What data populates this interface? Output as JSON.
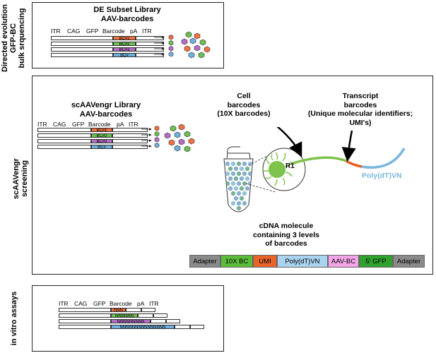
{
  "colors": {
    "bc1": "#f07142",
    "bc2": "#6cbf52",
    "bc3": "#b46ec6",
    "bc4": "#6fb0e0",
    "cell_green": "#7dc24a",
    "umi_orange": "#e85a1f",
    "polya_blue": "#79b7dd",
    "adapter_gray": "#8a8a8a",
    "aavbc_pink": "#f2a6e8",
    "gfp_green": "#2fa12f",
    "umi_seg": "#e8642a",
    "tenx": "#5cbc3c"
  },
  "panel1": {
    "side_label": [
      "Directed evolution",
      "GFP-BC",
      "bulk srquencing"
    ],
    "title": [
      "DE Subset Library",
      "AAV-barcodes"
    ],
    "headers": [
      "ITR",
      "CAG",
      "GFP",
      "Barcode",
      "pA",
      "ITR"
    ],
    "barcodes": [
      "BC#1",
      "BC#2",
      "BC#3",
      "BC#"
    ]
  },
  "panel2": {
    "side_label": [
      "scAAVengr",
      "screening"
    ],
    "title": [
      "scAAVengr Library",
      "AAV-barcodes"
    ],
    "headers": [
      "ITR",
      "CAG",
      "GFP",
      "Barcode",
      "pA",
      "ITR"
    ],
    "barcodes": [
      "BC#1",
      "BC#2",
      "BC#3",
      "BC#"
    ],
    "cell_barcodes": [
      "Cell",
      "barcodes",
      "(10X barcodes)"
    ],
    "transcript_barcodes": [
      "Transcript",
      "barcodes",
      "(Unique molecular identifiers;",
      "UMI's)"
    ],
    "r1": "R1",
    "polydt": "Poly(dT)VN",
    "cdna": [
      "cDNA molecule",
      "containing 3 levels",
      "of barcodes"
    ],
    "segments": [
      "Adapter",
      "10X BC",
      "UMI",
      "Poly(dT)VN",
      "AAV-BC",
      "5' GFP",
      "Adapter"
    ]
  },
  "panel3": {
    "side_label": [
      "in vitro assays"
    ],
    "headers": [
      "ITR",
      "CAG",
      "GFP",
      "Barcode",
      "pA",
      "ITR"
    ],
    "barcodes": [
      "NNN",
      "NNNNNN",
      "NNNNNNNNN",
      "NNNNNNNNNNNNNNN"
    ]
  }
}
